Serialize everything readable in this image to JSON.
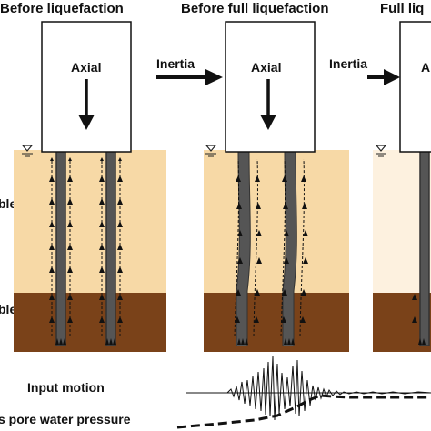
{
  "panels": [
    {
      "title": "Before liquefaction",
      "load_label": "Axial",
      "inertia_label": ""
    },
    {
      "title": "Before full liquefaction",
      "load_label": "Axial",
      "inertia_label": "Inertia"
    },
    {
      "title": "Full liq",
      "load_label": "A",
      "inertia_label": "Inertia"
    }
  ],
  "side_labels": [
    "ble",
    "ble"
  ],
  "traces": {
    "input_motion_label": "Input motion",
    "pore_pressure_label": "s pore water pressure"
  },
  "colors": {
    "upper_soil": "#f7d9a6",
    "upper_soil_full": "#fdf1df",
    "lower_soil": "#7a4219",
    "pile": "#555555",
    "cap_fill": "#ffffff"
  }
}
